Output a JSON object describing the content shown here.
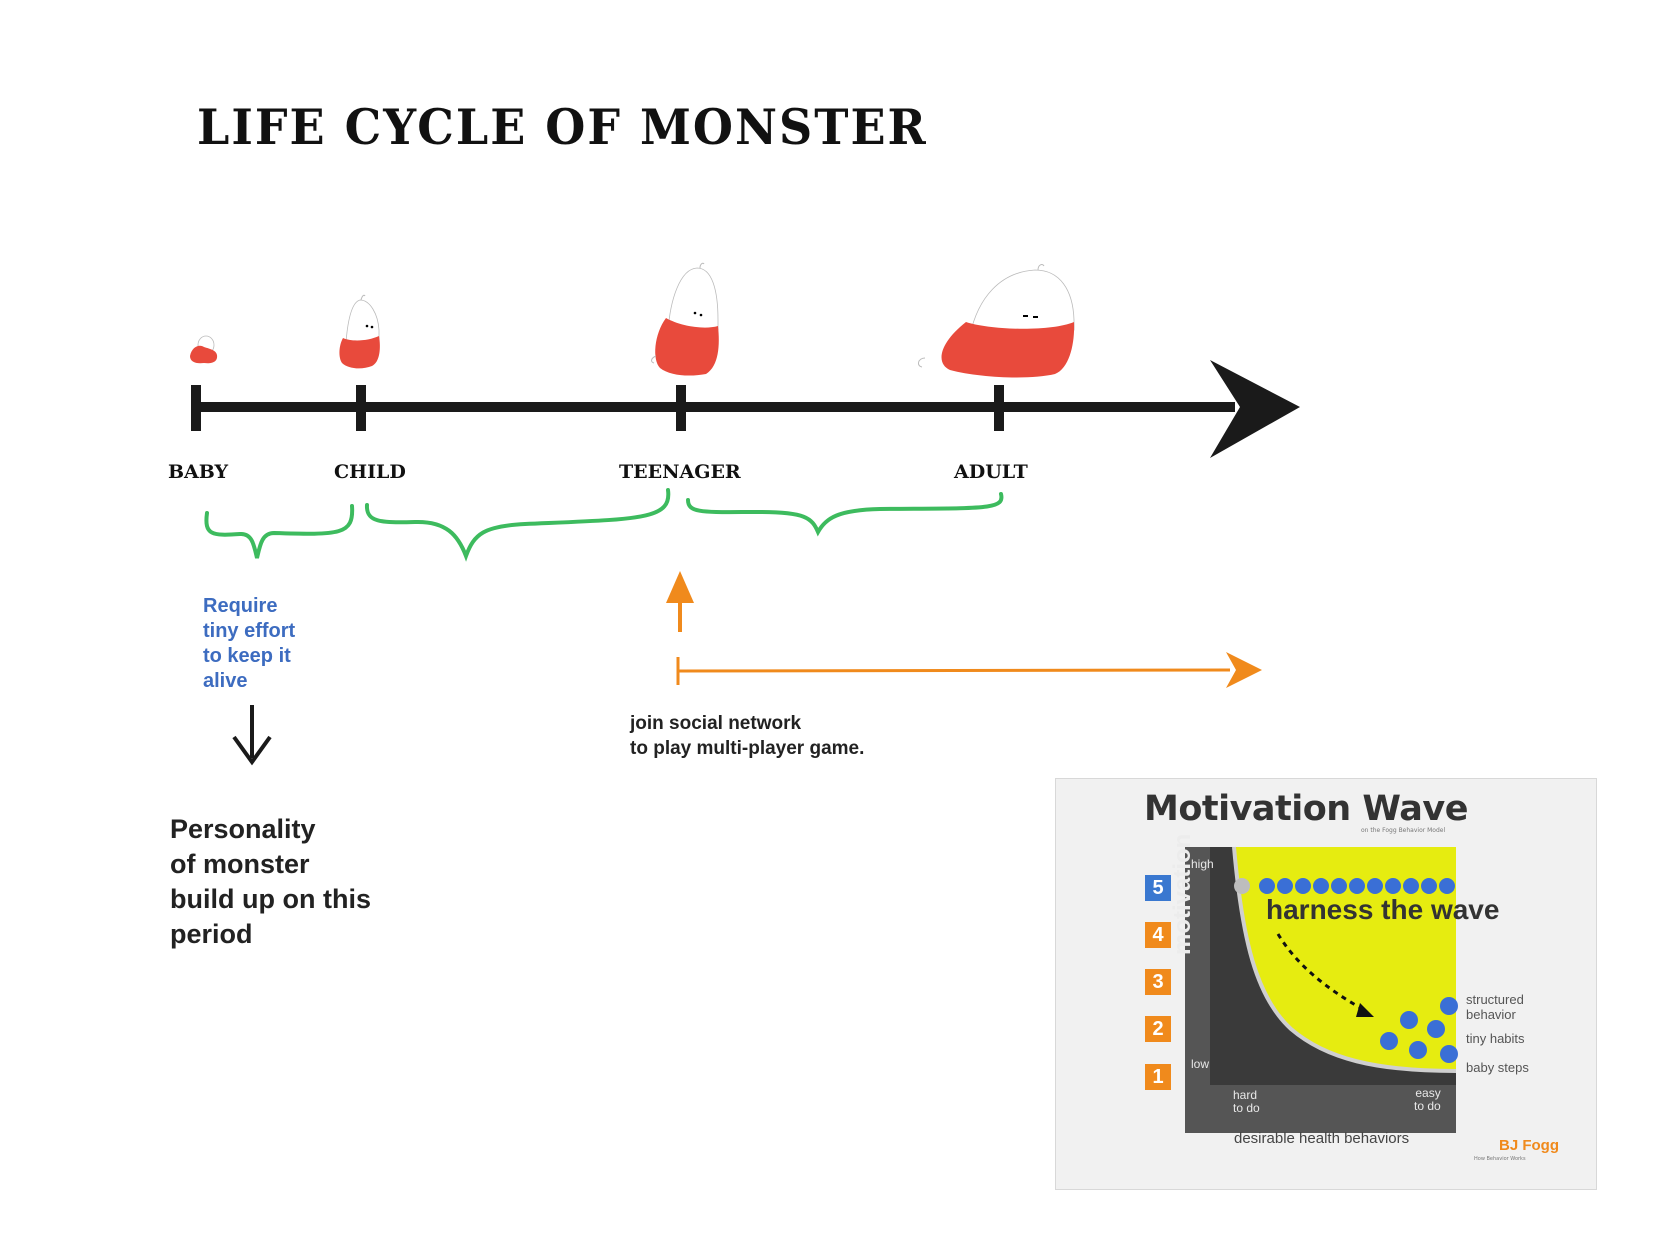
{
  "title": "LIFE CYCLE OF MONSTER",
  "stages": [
    "BABY",
    "CHILD",
    "TEENAGER",
    "ADULT"
  ],
  "notes": {
    "effort": [
      "Require",
      "tiny effort",
      "to keep it",
      "alive"
    ],
    "personality": [
      "Personality",
      "of monster",
      "build up on this",
      "period"
    ],
    "social": [
      "join social network",
      "to play multi-player game."
    ]
  },
  "colors": {
    "monster_body": "#e84a3c",
    "timeline": "#1a1a1a",
    "brace": "#3dbb5e",
    "orange": "#f08a1c",
    "note_blue": "#3d6cc0",
    "wave_yellow": "#e6ec10",
    "dot_blue": "#3a6fd6"
  },
  "motivation_wave": {
    "title": "Motivation Wave",
    "subtitle": "on the Fogg Behavior Model",
    "levels": [
      {
        "num": "5",
        "color": "#3a78d0"
      },
      {
        "num": "4",
        "color": "#f08a1c"
      },
      {
        "num": "3",
        "color": "#f08a1c"
      },
      {
        "num": "2",
        "color": "#f08a1c"
      },
      {
        "num": "1",
        "color": "#f08a1c"
      }
    ],
    "y_axis": {
      "label": "motivation",
      "high": "high",
      "low": "low"
    },
    "x_axis": {
      "label": "desirable health behaviors",
      "left": [
        "hard",
        "to do"
      ],
      "right": [
        "easy",
        "to do"
      ]
    },
    "headline": "harness the wave",
    "side_labels": [
      [
        "structured",
        "behavior"
      ],
      [
        "tiny habits"
      ],
      [
        "baby steps"
      ]
    ],
    "author": "BJ Fogg",
    "author_sub": "How Behavior Works"
  }
}
